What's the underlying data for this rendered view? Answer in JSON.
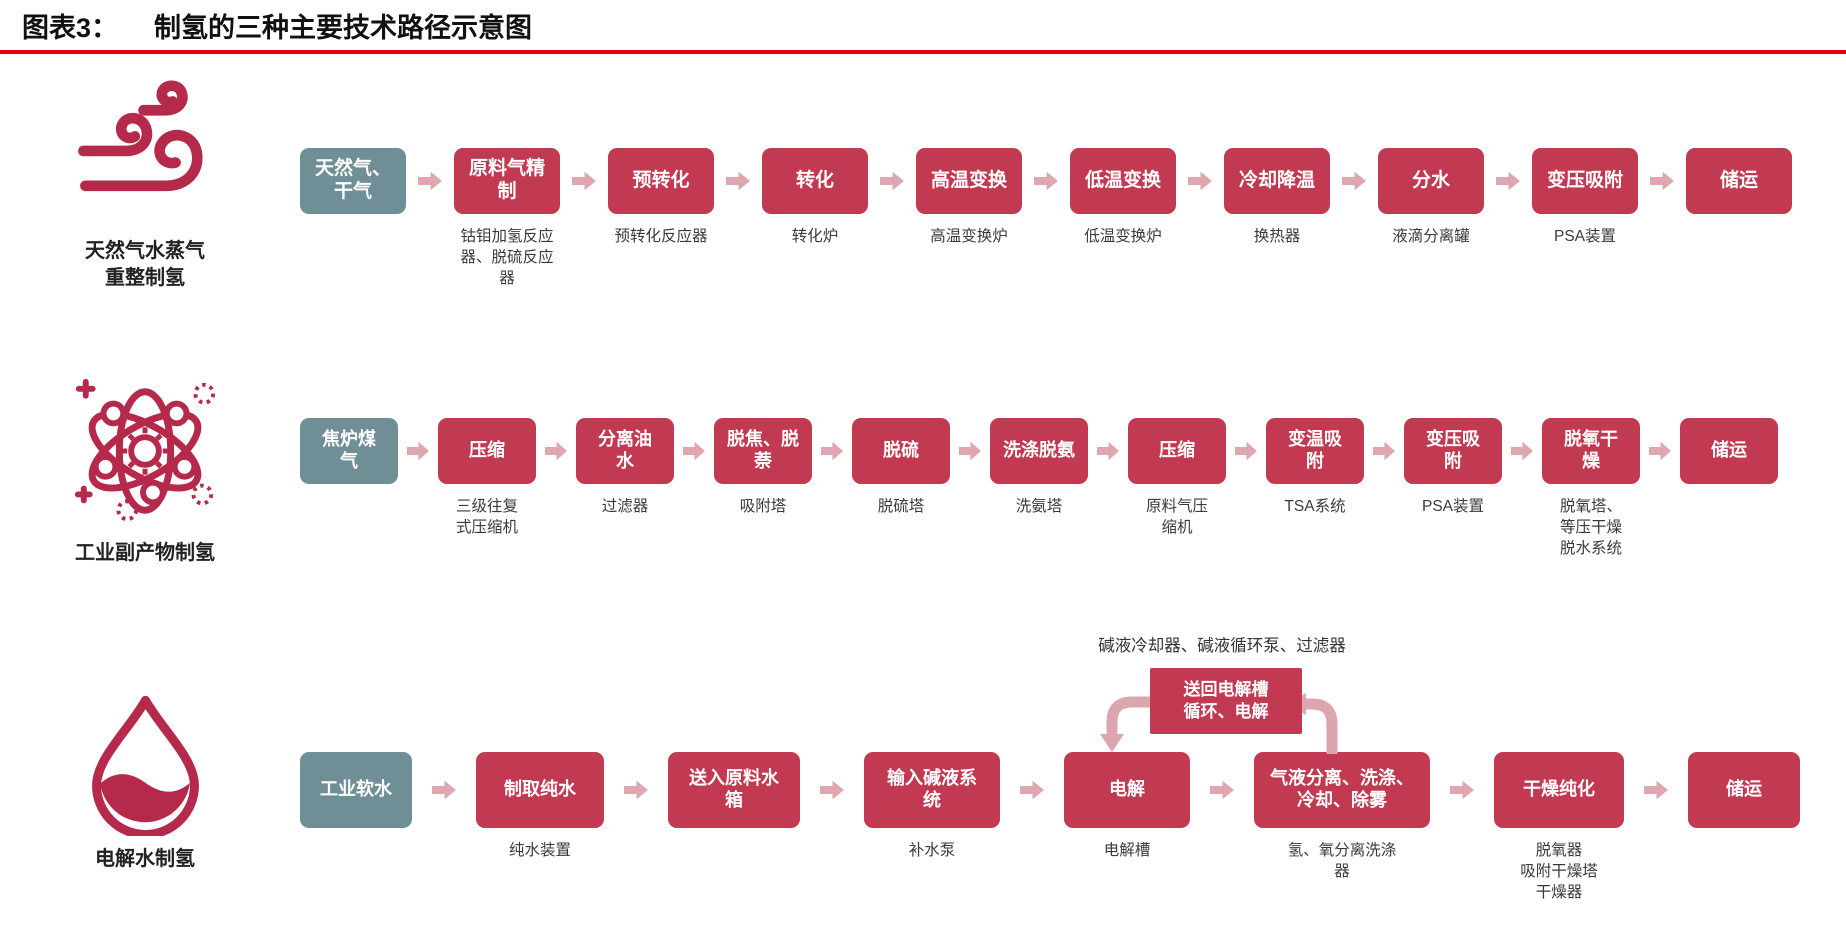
{
  "figure": {
    "label": "图表3：",
    "title": "制氢的三种主要技术路径示意图"
  },
  "colors": {
    "process_box_red": "#c23a52",
    "source_box_teal": "#6f8e96",
    "arrow_pink": "#dea7af",
    "icon_crimson": "#b5294b",
    "title_rule_red": "#e60012"
  },
  "rows": [
    {
      "category": "天然气水蒸气\n重整制氢",
      "icon": "wind-icon",
      "steps": [
        {
          "type": "source",
          "label": "天然气、\n干气"
        },
        {
          "type": "process",
          "label": "原料气精\n制",
          "caption": "钴钼加氢反应\n器、脱硫反应\n器"
        },
        {
          "type": "process",
          "label": "预转化",
          "caption": "预转化反应器"
        },
        {
          "type": "process",
          "label": "转化",
          "caption": "转化炉"
        },
        {
          "type": "process",
          "label": "高温变换",
          "caption": "高温变换炉"
        },
        {
          "type": "process",
          "label": "低温变换",
          "caption": "低温变换炉"
        },
        {
          "type": "process",
          "label": "冷却降温",
          "caption": "换热器"
        },
        {
          "type": "process",
          "label": "分水",
          "caption": "液滴分离罐"
        },
        {
          "type": "process",
          "label": "变压吸附",
          "caption": "PSA装置"
        },
        {
          "type": "process",
          "label": "储运"
        }
      ]
    },
    {
      "category": "工业副产物制氢",
      "icon": "atom-icon",
      "steps": [
        {
          "type": "source",
          "label": "焦炉煤\n气"
        },
        {
          "type": "process",
          "label": "压缩",
          "caption": "三级往复\n式压缩机"
        },
        {
          "type": "process",
          "label": "分离油\n水",
          "caption": "过滤器"
        },
        {
          "type": "process",
          "label": "脱焦、脱\n萘",
          "caption": "吸附塔"
        },
        {
          "type": "process",
          "label": "脱硫",
          "caption": "脱硫塔"
        },
        {
          "type": "process",
          "label": "洗涤脱氨",
          "caption": "洗氨塔"
        },
        {
          "type": "process",
          "label": "压缩",
          "caption": "原料气压\n缩机"
        },
        {
          "type": "process",
          "label": "变温吸\n附",
          "caption": "TSA系统"
        },
        {
          "type": "process",
          "label": "变压吸\n附",
          "caption": "PSA装置"
        },
        {
          "type": "process",
          "label": "脱氧干\n燥",
          "caption": "脱氧塔、\n等压干燥\n脱水系统"
        },
        {
          "type": "process",
          "label": "储运"
        }
      ]
    },
    {
      "category": "电解水制氢",
      "icon": "water-drop-icon",
      "loop": {
        "annotation": "碱液冷却器、碱液循环泵、过滤器",
        "box_label": "送回电解槽\n循环、电解"
      },
      "steps": [
        {
          "type": "source",
          "label": "工业软水"
        },
        {
          "type": "process",
          "label": "制取纯水",
          "caption": "纯水装置"
        },
        {
          "type": "process",
          "label": "送入原料水\n箱"
        },
        {
          "type": "process",
          "label": "输入碱液系\n统",
          "caption": "补水泵"
        },
        {
          "type": "process",
          "label": "电解",
          "caption": "电解槽"
        },
        {
          "type": "process",
          "label": "气液分离、洗涤、\n冷却、除雾",
          "caption": "氢、氧分离洗涤\n器"
        },
        {
          "type": "process",
          "label": "干燥纯化",
          "caption": "脱氧器\n吸附干燥塔\n干燥器"
        },
        {
          "type": "process",
          "label": "储运"
        }
      ]
    }
  ]
}
